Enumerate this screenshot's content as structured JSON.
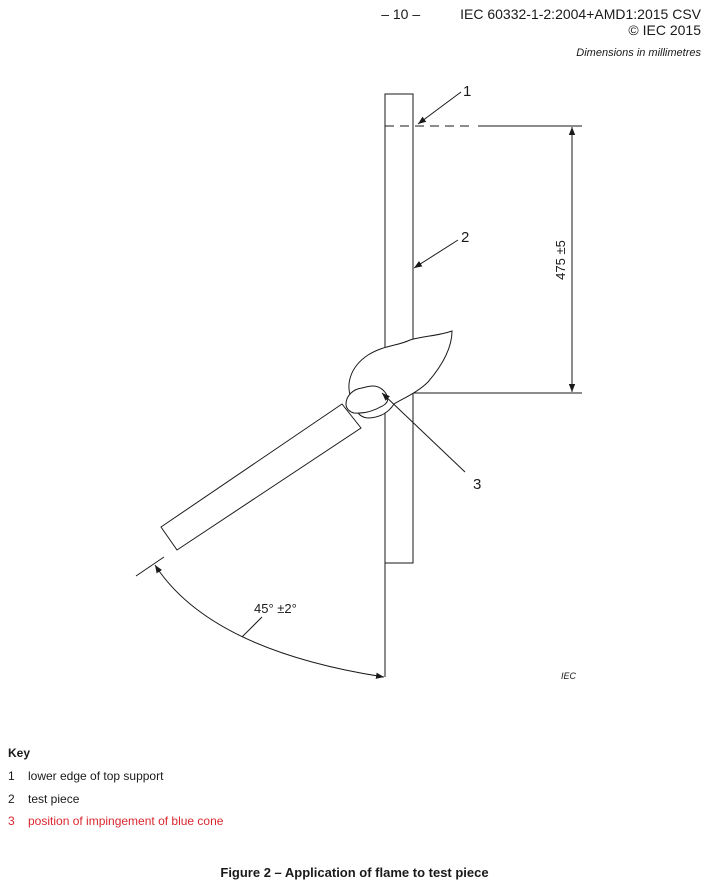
{
  "header": {
    "page_number": "– 10 –",
    "standard": "IEC 60332-1-2:2004+AMD1:2015 CSV",
    "copyright": "© IEC 2015"
  },
  "dimensions_note": "Dimensions in millimetres",
  "figure": {
    "callouts": [
      "1",
      "2",
      "3"
    ],
    "dimension_label": "475 ±5",
    "angle_label": "45° ±2°",
    "mark": "IEC"
  },
  "key": {
    "title": "Key",
    "items": [
      {
        "num": "1",
        "text": "lower edge of top support",
        "color": "#1a1a1a"
      },
      {
        "num": "2",
        "text": "test piece",
        "color": "#1a1a1a"
      },
      {
        "num": "3",
        "text": "position of impingement of blue cone",
        "color": "#d9272e"
      }
    ]
  },
  "caption": "Figure 2 – Application of flame to test piece"
}
